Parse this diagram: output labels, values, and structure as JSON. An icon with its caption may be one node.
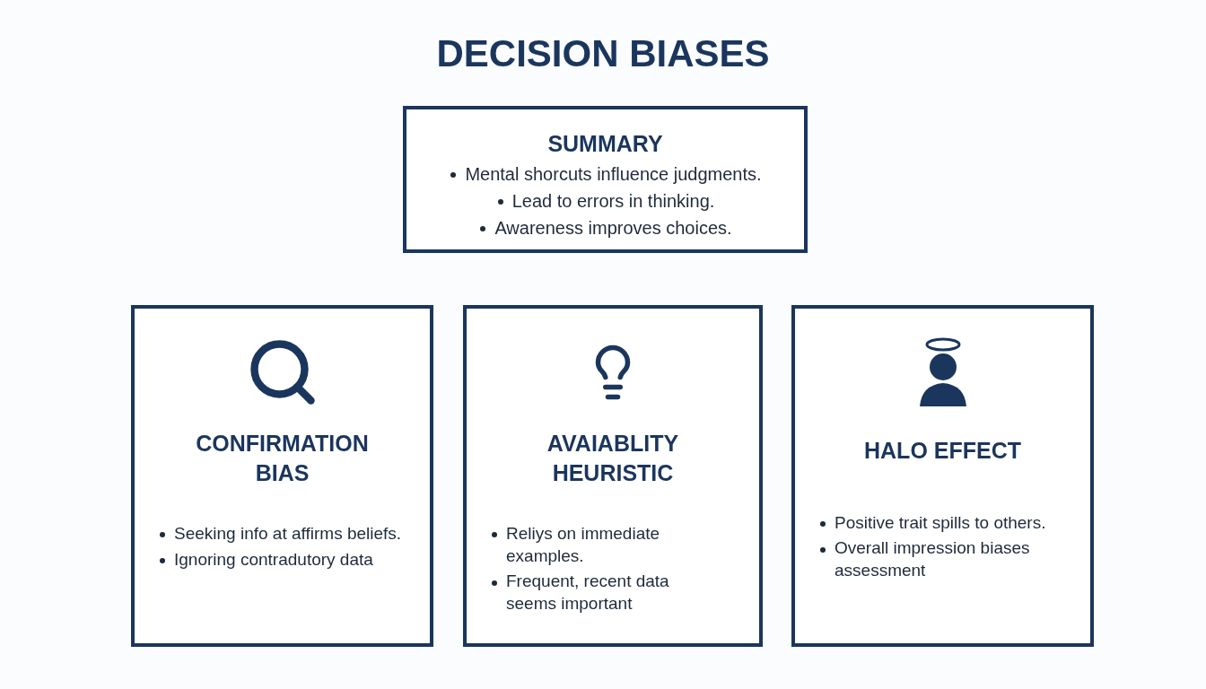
{
  "diagram": {
    "title": "DECISION BIASES",
    "nodes": [
      {
        "text": [
          "SUMMARY",
          "Mental shorcuts influence judgments.",
          "Lead to errors in thinking.",
          "Awareness improves choices."
        ]
      },
      {
        "text": [
          "CONFIRMATION BIAS",
          "Seeking info at affirms beliefs.",
          "Ignoring contradutory data"
        ]
      },
      {
        "text": [
          "AVAIABLITY HEURISTIC",
          "Reliys on immediate examples.",
          "Frequent, recent data seems important"
        ]
      },
      {
        "text": [
          "HALO EFFECT",
          "Positive trait spills to others.",
          "Overall impression biases assessment"
        ]
      }
    ]
  }
}
